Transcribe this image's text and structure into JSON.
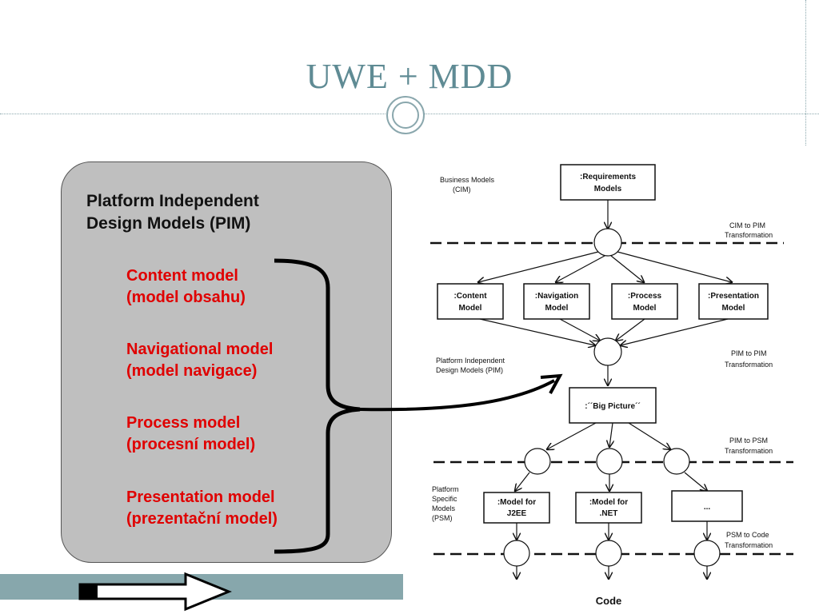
{
  "slide": {
    "title": "UWE + MDD"
  },
  "pim_box": {
    "heading": "Platform Independent\nDesign Models (PIM)",
    "items": [
      {
        "label": "Content model\n(model obsahu)"
      },
      {
        "label": "Navigational model\n(model navigace)"
      },
      {
        "label": "Process model\n(procesní model)"
      },
      {
        "label": "Presentation model\n(prezentační model)"
      }
    ]
  },
  "diagram": {
    "business_models_label": [
      "Business Models",
      "(CIM)"
    ],
    "requirements_box": [
      ":Requirements",
      "Models"
    ],
    "cim_to_pim": [
      "CIM to PIM",
      "Transformation"
    ],
    "pim_boxes": [
      [
        ":Content",
        "Model"
      ],
      [
        ":Navigation",
        "Model"
      ],
      [
        ":Process",
        "Model"
      ],
      [
        ":Presentation",
        "Model"
      ]
    ],
    "pim_label": [
      "Platform Independent",
      "Design Models (PIM)"
    ],
    "pim_to_pim": [
      "PIM to PIM",
      "Transformation"
    ],
    "big_picture": ":´´Big Picture´´",
    "pim_to_psm": [
      "PIM to PSM",
      "Transformation"
    ],
    "psm_label": [
      "Platform",
      "Specific",
      "Models",
      "(PSM)"
    ],
    "psm_boxes": [
      [
        ":Model for",
        "J2EE"
      ],
      [
        ":Model for",
        ".NET"
      ],
      [
        "..."
      ]
    ],
    "psm_to_code": [
      "PSM to Code",
      "Transformation"
    ],
    "code_label": "Code"
  }
}
